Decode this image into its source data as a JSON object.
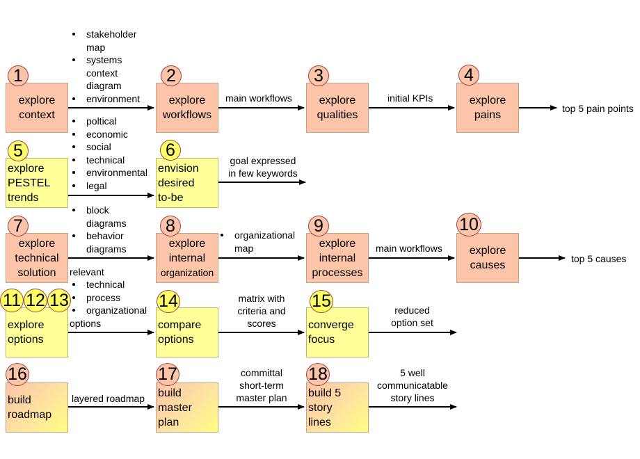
{
  "steps": [
    {
      "n": "1",
      "lines": [
        "explore",
        "context"
      ]
    },
    {
      "n": "2",
      "lines": [
        "explore",
        "workflows"
      ]
    },
    {
      "n": "3",
      "lines": [
        "explore",
        "qualities"
      ]
    },
    {
      "n": "4",
      "lines": [
        "explore",
        "pains"
      ]
    },
    {
      "n": "5",
      "lines": [
        "explore",
        "PESTEL",
        "trends"
      ]
    },
    {
      "n": "6",
      "lines": [
        "envision",
        "desired",
        "to-be"
      ]
    },
    {
      "n": "7",
      "lines": [
        "explore",
        "technical",
        "solution"
      ]
    },
    {
      "n": "8",
      "lines": [
        "explore",
        "internal",
        "organization"
      ]
    },
    {
      "n": "9",
      "lines": [
        "explore",
        "internal",
        "processes"
      ]
    },
    {
      "n": "10",
      "lines": [
        "explore",
        "causes"
      ]
    },
    {
      "n": "11",
      "lines": [
        "explore",
        "options"
      ]
    },
    {
      "n": "12"
    },
    {
      "n": "13"
    },
    {
      "n": "14",
      "lines": [
        "compare",
        "options"
      ]
    },
    {
      "n": "15",
      "lines": [
        "converge",
        "focus"
      ]
    },
    {
      "n": "16",
      "lines": [
        "build",
        "roadmap"
      ]
    },
    {
      "n": "17",
      "lines": [
        "build",
        "master",
        "plan"
      ]
    },
    {
      "n": "18",
      "lines": [
        "build 5",
        "story",
        "lines"
      ]
    }
  ],
  "context_bullets_top": [
    "stakeholder map",
    "systems context diagram",
    "environment"
  ],
  "context_bullets_bottom": [
    "poltical",
    "economic",
    "social",
    "technical",
    "environmental",
    "legal"
  ],
  "technical_bullets": [
    "block diagrams",
    "behavior diagrams"
  ],
  "organization_bullets": [
    "organizational map"
  ],
  "options_lead": "relevant",
  "options_bullets": [
    "technical",
    "process",
    "organizational"
  ],
  "options_tail": "options",
  "labels": {
    "main_workflows_1": "main workflows",
    "initial_kpis": "initial KPIs",
    "top_5_pain_points": "top 5 pain points",
    "goal_expressed": [
      "goal expressed",
      "in few keywords"
    ],
    "main_workflows_2": "main workflows",
    "top_5_causes": "top 5 causes",
    "matrix": [
      "matrix with",
      "criteria and",
      "scores"
    ],
    "reduced": [
      "reduced",
      "option set"
    ],
    "layered_roadmap": "layered roadmap",
    "committal": [
      "committal",
      "short-term",
      "master plan"
    ],
    "story_lines": [
      "5 well",
      "communicatable",
      "story lines"
    ]
  },
  "colors": {
    "salmon": "#fcc4a8",
    "yellow": "#ffff99",
    "badge_yellow": "#ffff66",
    "arrow": "#000000"
  }
}
